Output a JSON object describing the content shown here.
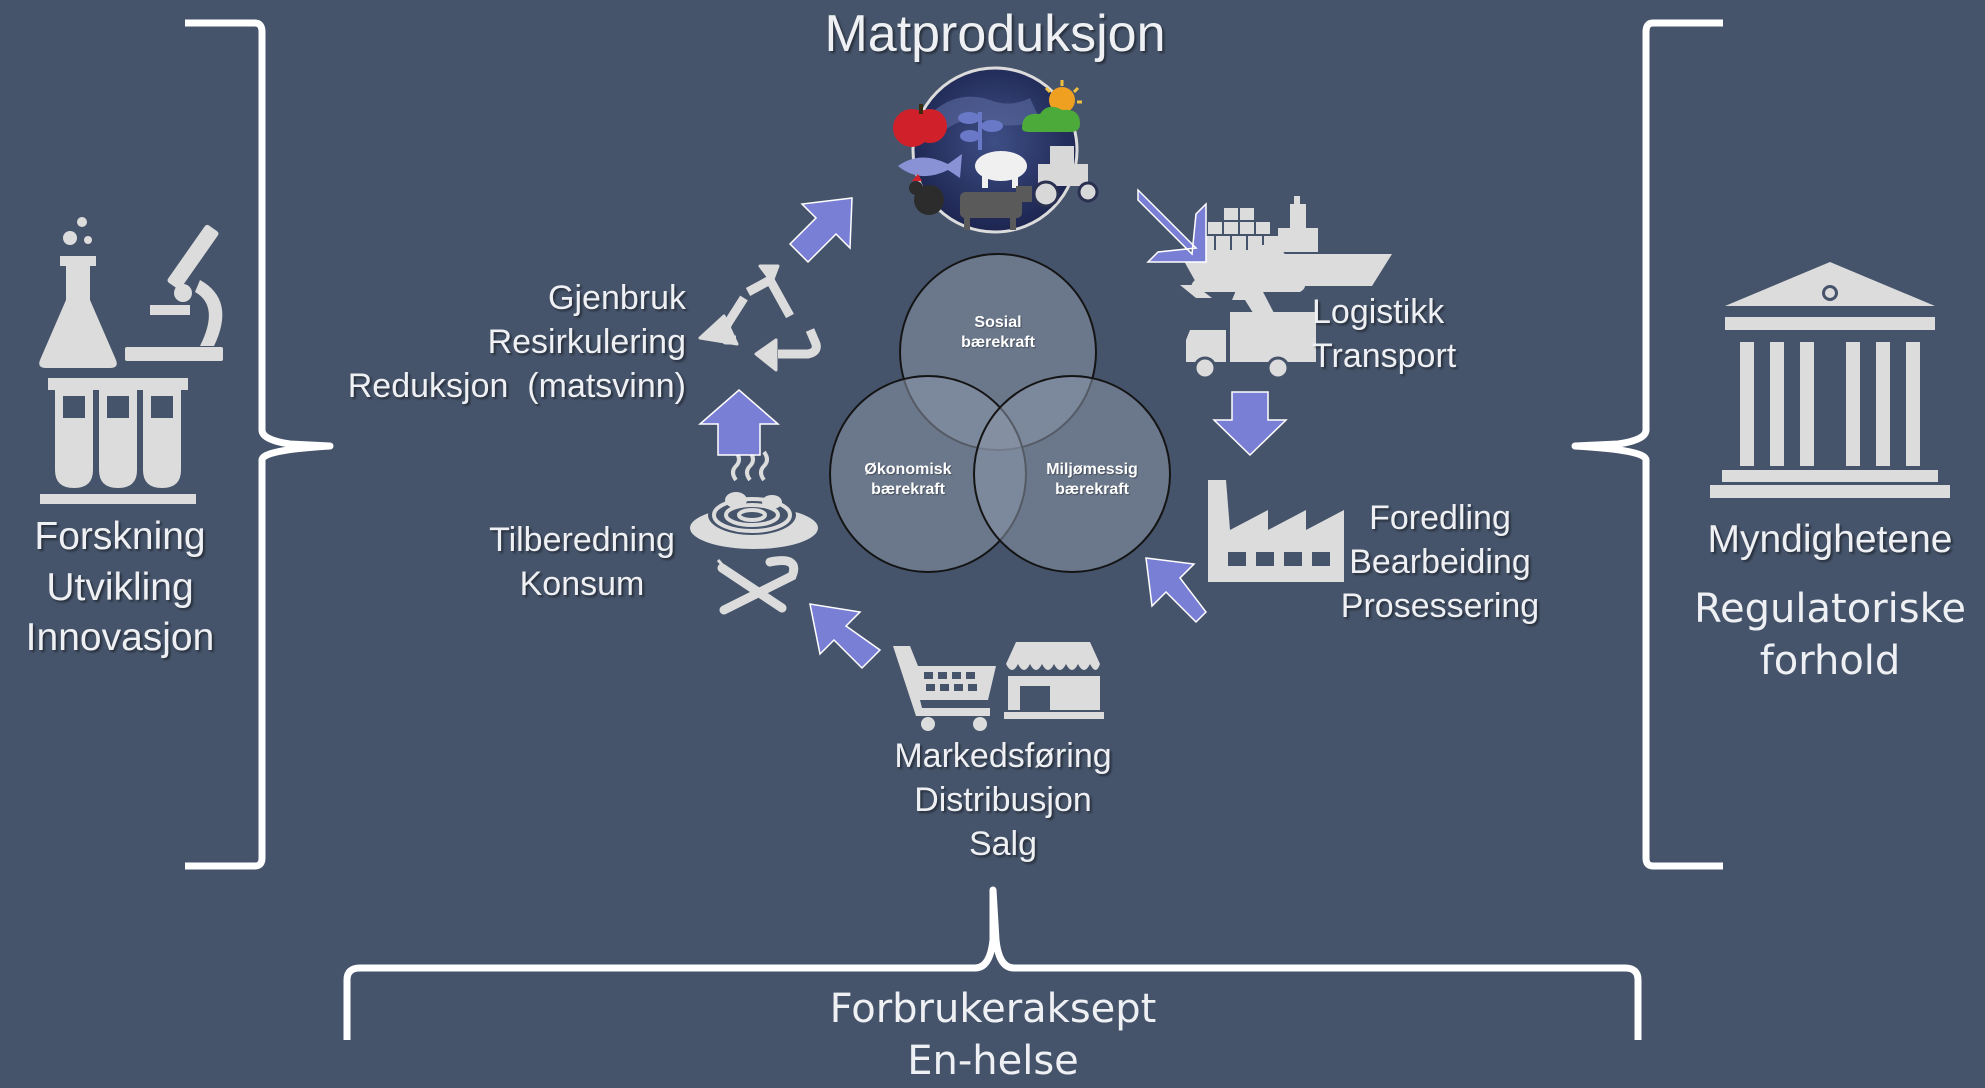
{
  "title": "Matproduksjon",
  "left_block": [
    "Forskning",
    "Utvikling",
    "Innovasjon"
  ],
  "right_block": {
    "heading": "Myndighetene",
    "lines": [
      "Regulatoriske",
      "forhold"
    ]
  },
  "bottom_block": [
    "Forbrukeraksept",
    "En-helse"
  ],
  "stages": {
    "logistics": [
      "Logistikk",
      "Transport"
    ],
    "processing": [
      "Foredling",
      "Bearbeiding",
      "Prosessering"
    ],
    "marketing": [
      "Markedsføring",
      "Distribusjon",
      "Salg"
    ],
    "consumption": [
      "Tilberedning",
      "Konsum"
    ],
    "reuse": [
      "Gjenbruk",
      "Resirkulering",
      "Reduksjon  (matsvinn)"
    ]
  },
  "venn": {
    "social": [
      "Sosial",
      "bærekraft"
    ],
    "economic": [
      "Økonomisk",
      "bærekraft"
    ],
    "environmental": [
      "Miljømessig",
      "bærekraft"
    ]
  },
  "colors": {
    "background": "#46546b",
    "arrow": "#7a7fd6",
    "icon": "#dcdcdc",
    "bracket": "#ffffff",
    "venn_fill": "#8b95a8"
  },
  "icons": {
    "left": [
      "flask-icon",
      "microscope-icon",
      "test-tubes-icon"
    ],
    "right": [
      "government-building-icon"
    ],
    "cycle": [
      "globe-food-icon",
      "ship-plane-truck-icon",
      "factory-icon",
      "shopping-cart-store-icon",
      "plate-cutlery-icon",
      "recycle-icon"
    ]
  }
}
